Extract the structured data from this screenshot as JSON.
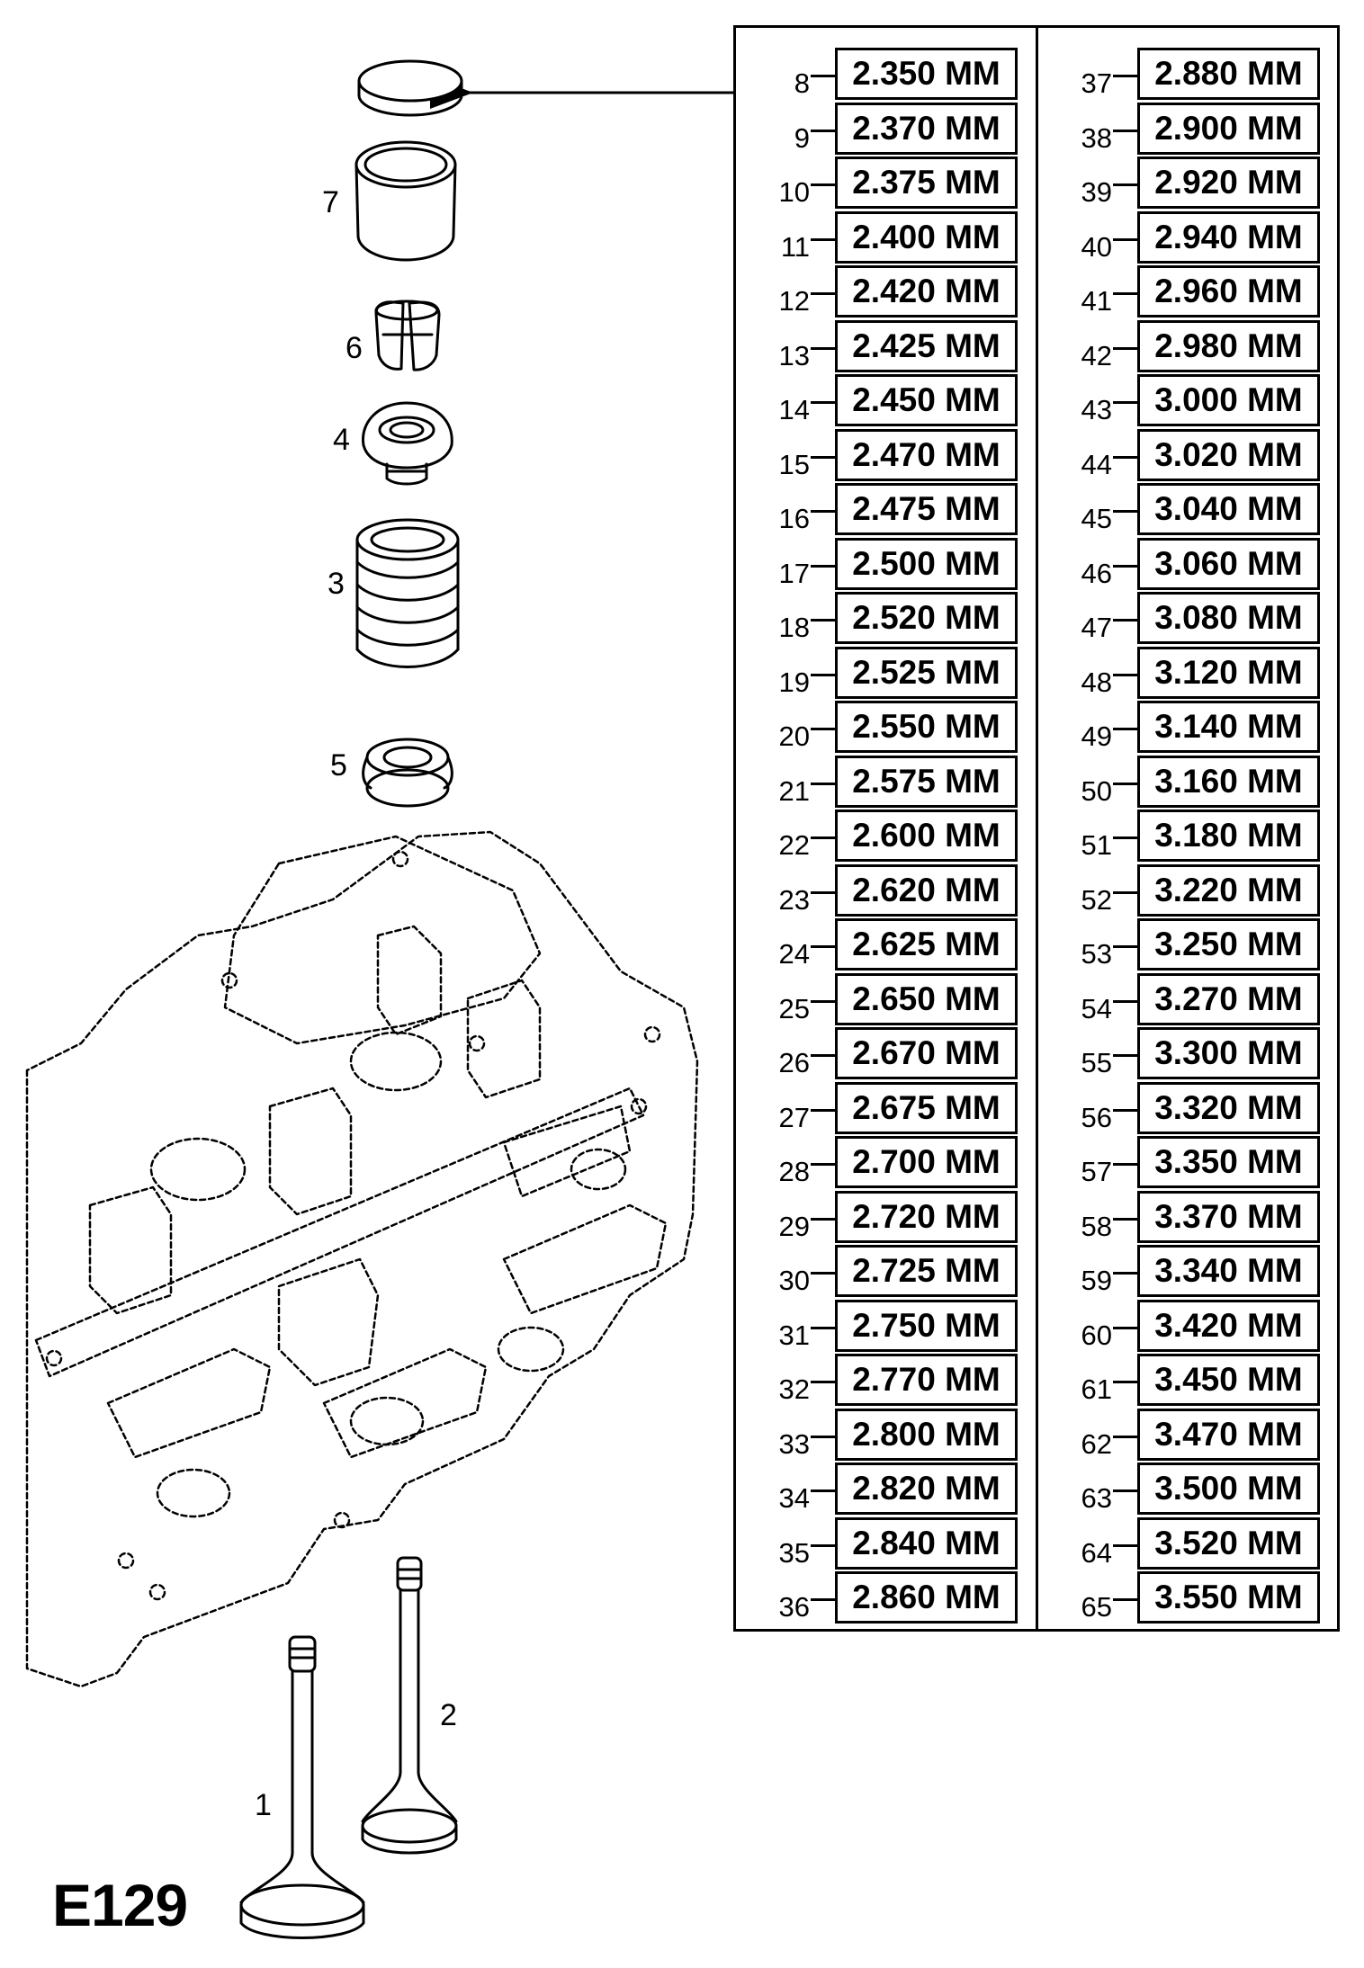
{
  "diagram_code": "E129",
  "part_labels": [
    "1",
    "2",
    "3",
    "4",
    "5",
    "6",
    "7"
  ],
  "shim_table": {
    "left_column": [
      {
        "item": "8",
        "size": "2.350 MM"
      },
      {
        "item": "9",
        "size": "2.370 MM"
      },
      {
        "item": "10",
        "size": "2.375 MM"
      },
      {
        "item": "11",
        "size": "2.400 MM"
      },
      {
        "item": "12",
        "size": "2.420 MM"
      },
      {
        "item": "13",
        "size": "2.425 MM"
      },
      {
        "item": "14",
        "size": "2.450 MM"
      },
      {
        "item": "15",
        "size": "2.470 MM"
      },
      {
        "item": "16",
        "size": "2.475 MM"
      },
      {
        "item": "17",
        "size": "2.500 MM"
      },
      {
        "item": "18",
        "size": "2.520 MM"
      },
      {
        "item": "19",
        "size": "2.525 MM"
      },
      {
        "item": "20",
        "size": "2.550 MM"
      },
      {
        "item": "21",
        "size": "2.575 MM"
      },
      {
        "item": "22",
        "size": "2.600 MM"
      },
      {
        "item": "23",
        "size": "2.620 MM"
      },
      {
        "item": "24",
        "size": "2.625 MM"
      },
      {
        "item": "25",
        "size": "2.650 MM"
      },
      {
        "item": "26",
        "size": "2.670 MM"
      },
      {
        "item": "27",
        "size": "2.675 MM"
      },
      {
        "item": "28",
        "size": "2.700 MM"
      },
      {
        "item": "29",
        "size": "2.720 MM"
      },
      {
        "item": "30",
        "size": "2.725 MM"
      },
      {
        "item": "31",
        "size": "2.750 MM"
      },
      {
        "item": "32",
        "size": "2.770 MM"
      },
      {
        "item": "33",
        "size": "2.800 MM"
      },
      {
        "item": "34",
        "size": "2.820 MM"
      },
      {
        "item": "35",
        "size": "2.840 MM"
      },
      {
        "item": "36",
        "size": "2.860 MM"
      }
    ],
    "right_column": [
      {
        "item": "37",
        "size": "2.880 MM"
      },
      {
        "item": "38",
        "size": "2.900 MM"
      },
      {
        "item": "39",
        "size": "2.920 MM"
      },
      {
        "item": "40",
        "size": "2.940 MM"
      },
      {
        "item": "41",
        "size": "2.960 MM"
      },
      {
        "item": "42",
        "size": "2.980 MM"
      },
      {
        "item": "43",
        "size": "3.000 MM"
      },
      {
        "item": "44",
        "size": "3.020 MM"
      },
      {
        "item": "45",
        "size": "3.040 MM"
      },
      {
        "item": "46",
        "size": "3.060 MM"
      },
      {
        "item": "47",
        "size": "3.080 MM"
      },
      {
        "item": "48",
        "size": "3.120 MM"
      },
      {
        "item": "49",
        "size": "3.140 MM"
      },
      {
        "item": "50",
        "size": "3.160 MM"
      },
      {
        "item": "51",
        "size": "3.180 MM"
      },
      {
        "item": "52",
        "size": "3.220 MM"
      },
      {
        "item": "53",
        "size": "3.250 MM"
      },
      {
        "item": "54",
        "size": "3.270 MM"
      },
      {
        "item": "55",
        "size": "3.300 MM"
      },
      {
        "item": "56",
        "size": "3.320 MM"
      },
      {
        "item": "57",
        "size": "3.350 MM"
      },
      {
        "item": "58",
        "size": "3.370 MM"
      },
      {
        "item": "59",
        "size": "3.340 MM"
      },
      {
        "item": "60",
        "size": "3.420 MM"
      },
      {
        "item": "61",
        "size": "3.450 MM"
      },
      {
        "item": "62",
        "size": "3.470 MM"
      },
      {
        "item": "63",
        "size": "3.500 MM"
      },
      {
        "item": "64",
        "size": "3.520 MM"
      },
      {
        "item": "65",
        "size": "3.550 MM"
      }
    ]
  }
}
